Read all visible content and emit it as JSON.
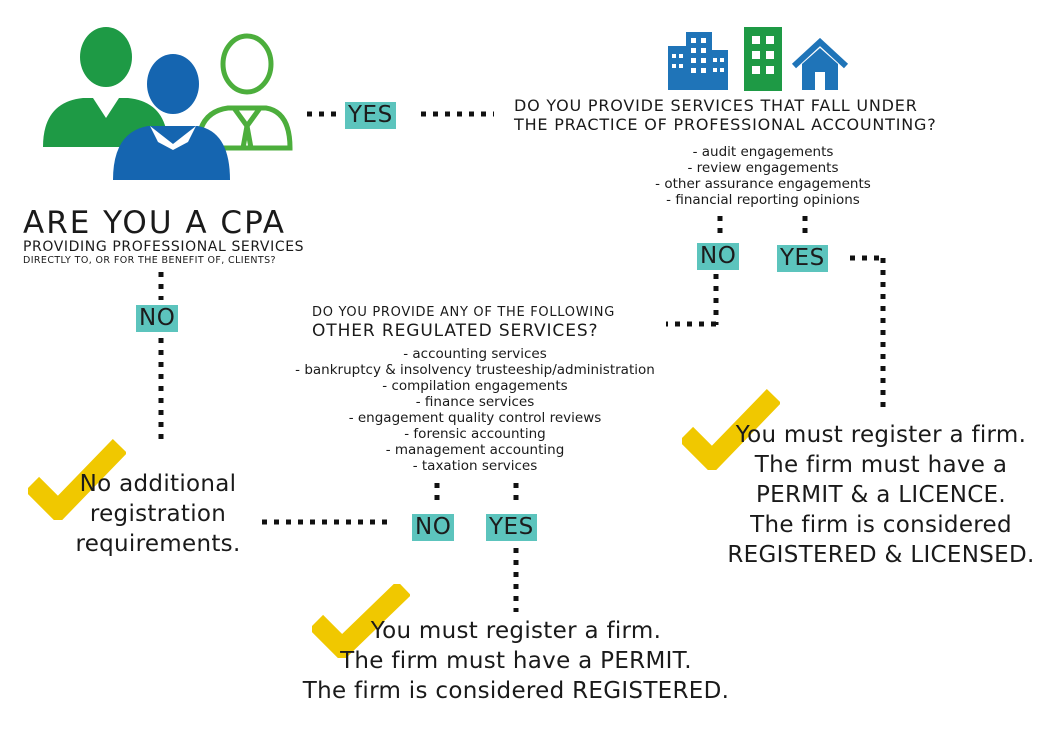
{
  "cpa_question": {
    "title": "ARE YOU A CPA",
    "line2": "PROVIDING PROFESSIONAL SERVICES",
    "line3": "DIRECTLY TO, OR FOR THE BENEFIT OF, CLIENTS?"
  },
  "accounting_question": {
    "line1": "DO YOU PROVIDE SERVICES THAT FALL UNDER",
    "line2": "THE PRACTICE OF PROFESSIONAL ACCOUNTING?",
    "items": [
      "- audit engagements",
      "- review engagements",
      "- other assurance engagements",
      "- financial reporting opinions"
    ]
  },
  "regulated_question": {
    "line1": "DO YOU PROVIDE ANY OF THE FOLLOWING",
    "line2": "OTHER REGULATED SERVICES?",
    "items": [
      "- accounting services",
      "- bankruptcy & insolvency trusteeship/administration",
      "- compilation engagements",
      "- finance services",
      "- engagement quality control reviews",
      "- forensic accounting",
      "- management accounting",
      "- taxation services"
    ]
  },
  "badges": {
    "yes": "YES",
    "no": "NO"
  },
  "results": {
    "none": [
      "No additional",
      "registration",
      "requirements."
    ],
    "permit": [
      "You must register a firm.",
      "The firm must have a PERMIT.",
      "The firm is considered REGISTERED."
    ],
    "licence": [
      "You must register a firm.",
      "The firm must have a",
      "PERMIT & a LICENCE.",
      "The firm is considered",
      "REGISTERED & LICENSED."
    ]
  },
  "colors": {
    "green": "#1e9a45",
    "blue": "#1565b0",
    "teal": "#5cc4bd",
    "yellow": "#f0c800",
    "building_blue": "#1f74b8"
  },
  "icons": [
    "people-icon",
    "office-building-icon",
    "green-building-icon",
    "house-icon",
    "checkmark-icon"
  ]
}
